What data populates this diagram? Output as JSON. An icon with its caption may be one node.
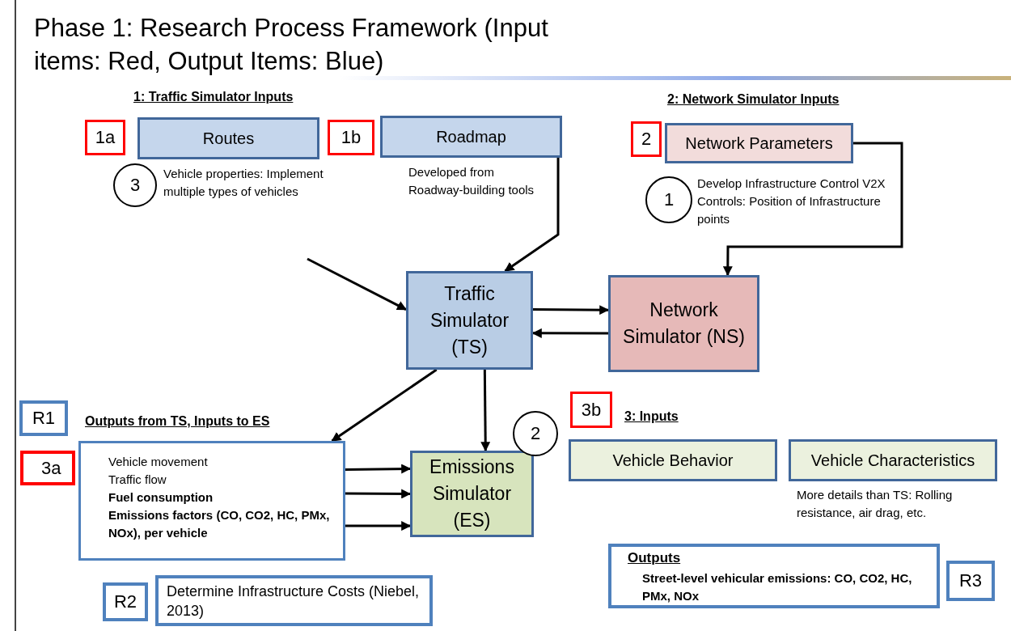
{
  "diagram": {
    "title": "Phase 1: Research Process Framework (Input items: Red, Output Items: Blue)",
    "nodes": [
      {
        "text": [
          "1a"
        ]
      },
      {
        "text": [
          "Routes"
        ]
      },
      {
        "text": [
          "1b"
        ]
      },
      {
        "text": [
          "Roadmap"
        ],
        "beside": [
          "Developed from Roadway-building tools"
        ]
      },
      {
        "text": [
          "3"
        ],
        "beside": [
          "Vehicle properties: Implement multiple types of vehicles"
        ]
      },
      {
        "text": [
          "2"
        ]
      },
      {
        "text": [
          "Network Parameters"
        ]
      },
      {
        "text": [
          "1"
        ],
        "beside": [
          "Develop Infrastructure Control V2X Controls: Position of Infrastructure points"
        ]
      },
      {
        "text": [
          "Traffic Simulator (TS)"
        ]
      },
      {
        "text": [
          "Network Simulator (NS)"
        ]
      },
      {
        "text": [
          "R1"
        ]
      },
      {
        "text": [
          "Outputs from TS, Inputs to ES",
          "Vehicle movement",
          "Traffic flow",
          "Fuel consumption",
          "Emissions factors (CO, CO2, HC, PMx, NOx), per vehicle"
        ]
      },
      {
        "text": [
          "3a"
        ]
      },
      {
        "text": [
          "2"
        ]
      },
      {
        "text": [
          "Emissions Simulator (ES)"
        ]
      },
      {
        "text": [
          "3b"
        ]
      },
      {
        "text": [
          "Vehicle Behavior"
        ]
      },
      {
        "text": [
          "Vehicle Characteristics"
        ],
        "beside": [
          "More details than TS: Rolling resistance, air drag, etc."
        ]
      },
      {
        "text": [
          "Outputs",
          "Street-level vehicular emissions: CO, CO2, HC, PMx, NOx"
        ]
      },
      {
        "text": [
          "R3"
        ]
      },
      {
        "text": [
          "R2"
        ]
      },
      {
        "text": [
          "Determine Infrastructure Costs (Niebel, 2013)"
        ]
      }
    ],
    "edges": [
      {
        "from": null,
        "to": 8,
        "arrow": "to"
      },
      {
        "from": 3,
        "to": 8,
        "arrow": "to"
      },
      {
        "from": 6,
        "to": 9,
        "arrow": "to"
      },
      {
        "from": 8,
        "to": 9,
        "arrow": "to"
      },
      {
        "from": 9,
        "to": 8,
        "arrow": "to"
      },
      {
        "from": 8,
        "to": 11,
        "arrow": "to"
      },
      {
        "from": 8,
        "to": 14,
        "arrow": "to"
      },
      {
        "from": 11,
        "to": 14,
        "arrow": "to"
      },
      {
        "from": 11,
        "to": 14,
        "arrow": "to"
      },
      {
        "from": 11,
        "to": 14,
        "arrow": "to"
      }
    ],
    "labels": [
      "1: Traffic Simulator Inputs",
      "2: Network Simulator Inputs",
      "3: Inputs"
    ]
  }
}
